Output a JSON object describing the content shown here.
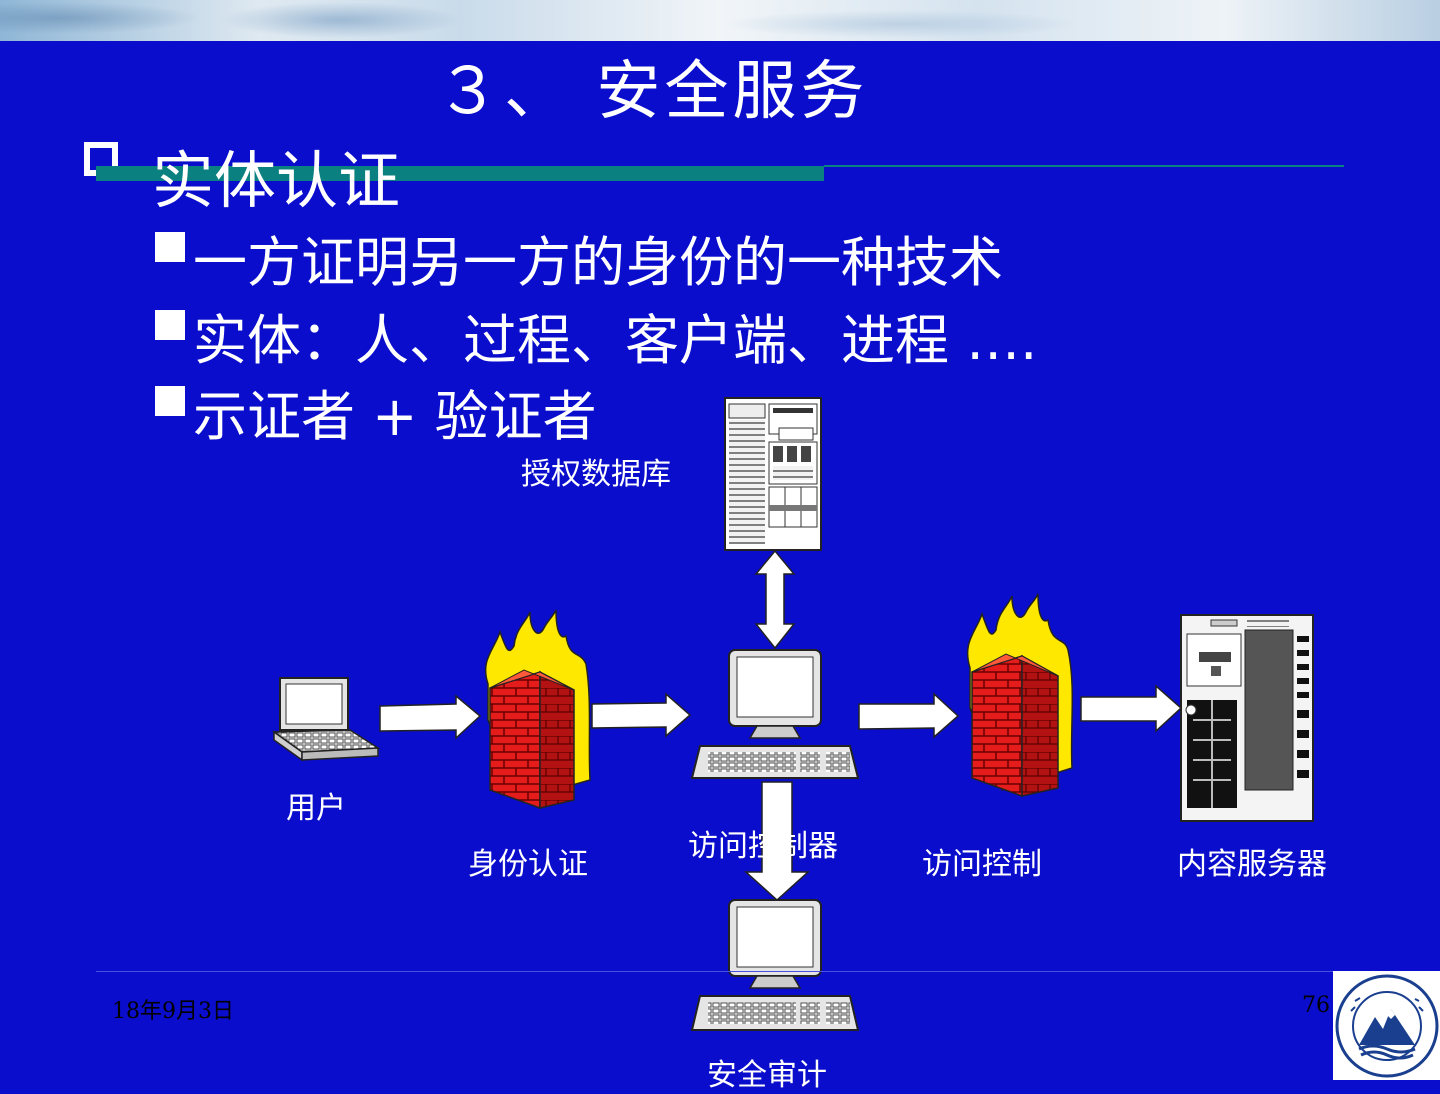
{
  "slide": {
    "title": "３、 安全服务",
    "heading": "实体认证",
    "bullets": [
      "一方证明另一方的身份的一种技术",
      "实体：人、过程、客户端、进程 ….",
      "示证者 + 验证者"
    ]
  },
  "diagram": {
    "labels": {
      "auth_db": "授权数据库",
      "user": "用户",
      "identity_auth": "身份认证",
      "access_controller": "访问控制器",
      "access_control": "访问控制",
      "content_server": "内容服务器",
      "security_audit": "安全审计"
    }
  },
  "footer": {
    "date": "18年9月3日",
    "page_number": "76"
  },
  "colors": {
    "background": "#0a0ecc",
    "accent_bar": "#0a8080",
    "brick": "#e51c1c",
    "flame": "#ffe800"
  }
}
